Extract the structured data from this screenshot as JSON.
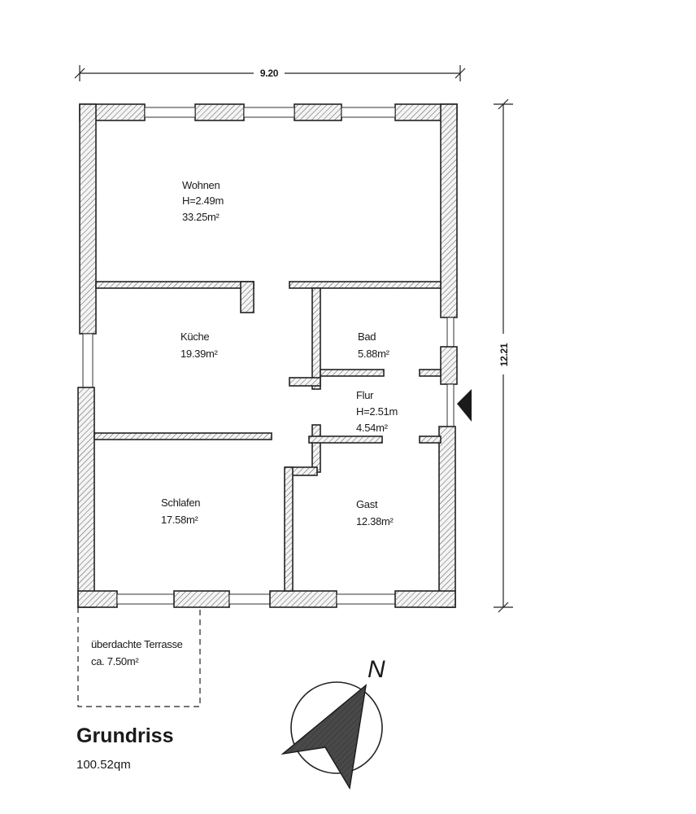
{
  "plan": {
    "width_dimension": "9.20",
    "depth_dimension": "12.21",
    "title": "Grundriss",
    "total_area": "100.52qm",
    "north_label": "N"
  },
  "rooms": {
    "wohnen": {
      "name": "Wohnen",
      "height": "H=2.49m",
      "area": "33.25m²"
    },
    "kueche": {
      "name": "Küche",
      "area": "19.39m²"
    },
    "bad": {
      "name": "Bad",
      "area": "5.88m²"
    },
    "flur": {
      "name": "Flur",
      "height": "H=2.51m",
      "area": "4.54m²"
    },
    "schlafen": {
      "name": "Schlafen",
      "area": "17.58m²"
    },
    "gast": {
      "name": "Gast",
      "area": "12.38m²"
    },
    "terrasse": {
      "name": "überdachte Terrasse",
      "area": "ca. 7.50m²"
    }
  },
  "colors": {
    "ink": "#1a1a1a",
    "wall_hatch": "#444444"
  },
  "icons": {
    "entrance": "entrance-arrow-icon",
    "compass": "compass-icon"
  }
}
